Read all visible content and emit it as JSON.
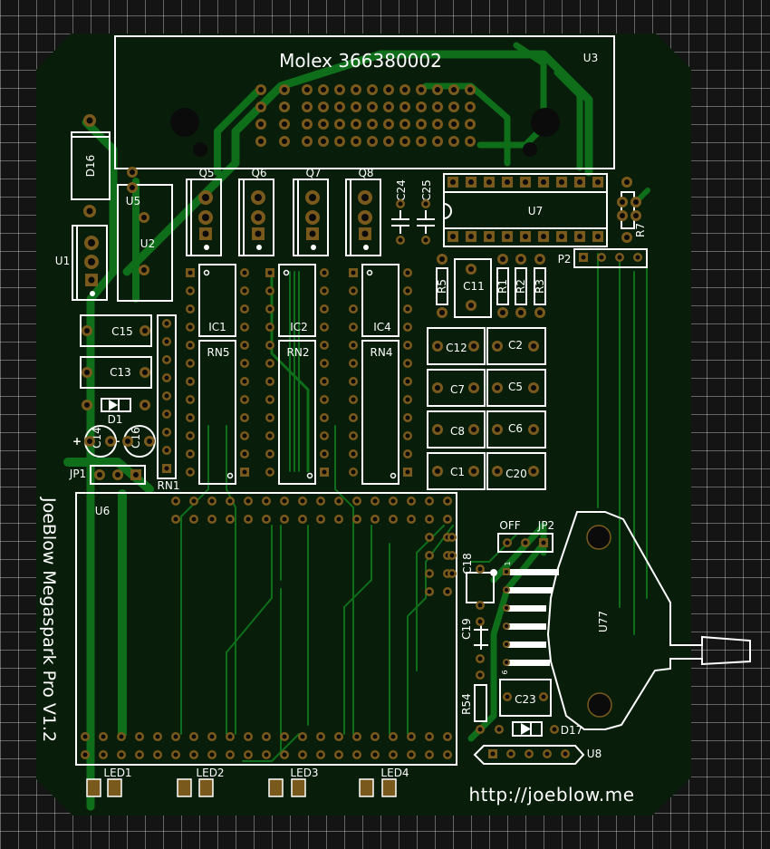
{
  "board": {
    "title": "JoeBlow Megaspark Pro V1.2",
    "url": "http://joeblow.me",
    "colors": {
      "background": "#141414",
      "grid": "#c8c8c8",
      "board": "#081e0a",
      "trace": "#0e6e1a",
      "pad": "#7a5a1c",
      "silkscreen": "#ffffff"
    }
  },
  "connector": {
    "ref": "U3",
    "part": "Molex 366380002"
  },
  "components": {
    "D16": "D16",
    "U5": "U5",
    "U2": "U2",
    "U1": "U1",
    "Q5": "Q5",
    "Q6": "Q6",
    "Q7": "Q7",
    "Q8": "Q8",
    "C24": "C24",
    "C25": "C25",
    "U7": "U7",
    "R7": "R7",
    "P2": "P2",
    "R5": "R5",
    "C11": "C11",
    "R1": "R1",
    "R2": "R2",
    "R3": "R3",
    "IC1": "IC1",
    "IC2": "IC2",
    "IC4": "IC4",
    "RN5": "RN5",
    "RN2": "RN2",
    "RN4": "RN4",
    "RN1": "RN1",
    "C15": "C15",
    "C13": "C13",
    "D1": "D1",
    "C14": "C14",
    "C16": "C16",
    "JP1": "JP1",
    "C12": "C12",
    "C2": "C2",
    "C7": "C7",
    "C5": "C5",
    "C8": "C8",
    "C6": "C6",
    "C1": "C1",
    "C20": "C20",
    "U6": "U6",
    "JP2": "JP2",
    "JP2_off": "OFF",
    "C18": "C18",
    "C19": "C19",
    "U77": "U77",
    "R54": "R54",
    "C23": "C23",
    "D17": "D17",
    "U8": "U8",
    "U77_pin1": "1",
    "U77_pin6": "6",
    "LED1": "LED1",
    "LED2": "LED2",
    "LED3": "LED3",
    "LED4": "LED4"
  },
  "polarity": {
    "plus": "+"
  }
}
